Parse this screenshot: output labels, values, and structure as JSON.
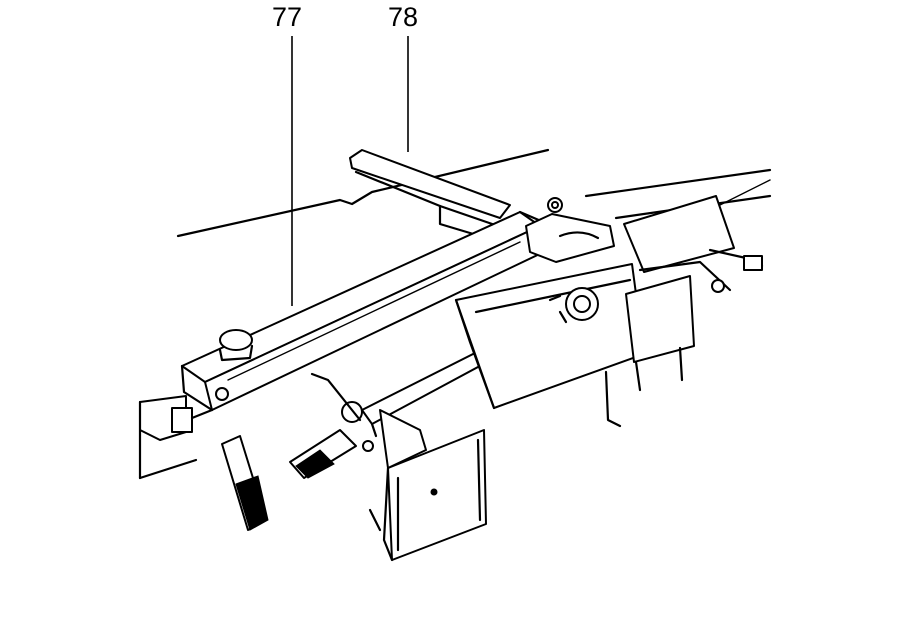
{
  "figure": {
    "callouts": [
      {
        "id": "77",
        "label": "77"
      },
      {
        "id": "78",
        "label": "78"
      }
    ],
    "colors": {
      "line": "#000000",
      "background": "#ffffff"
    }
  }
}
